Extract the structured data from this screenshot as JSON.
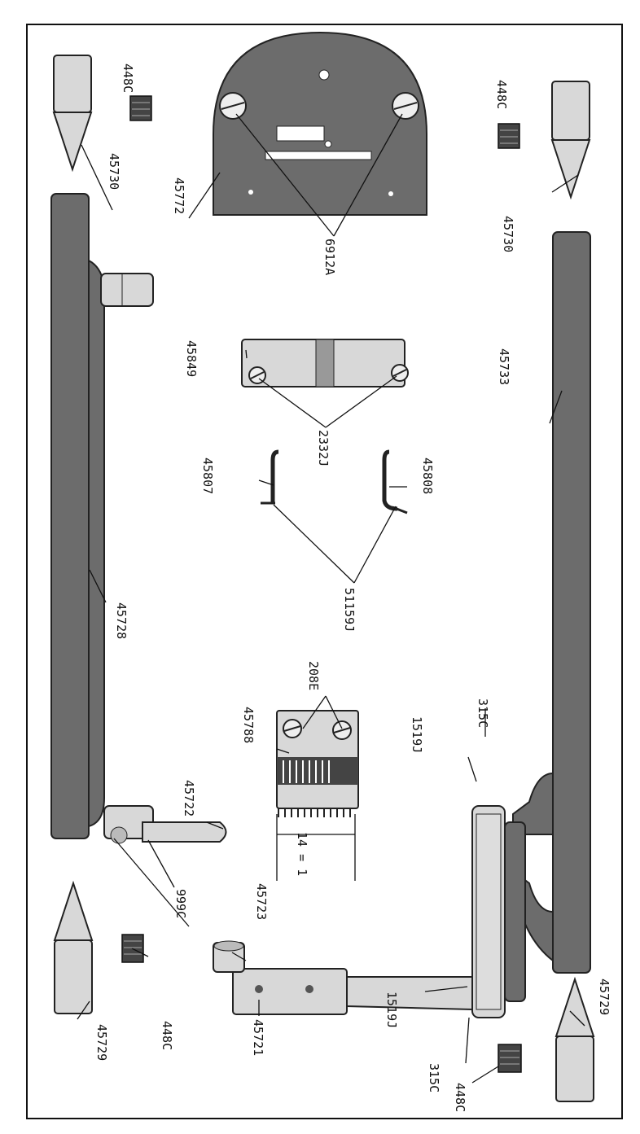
{
  "labels": {
    "p448c_top_left": "448C",
    "p45730_left": "45730",
    "p45772": "45772",
    "p448c_top_right": "448C",
    "p45730_right": "45730",
    "p6912a": "6912A",
    "p45849": "45849",
    "p2332j": "2332J",
    "p45733": "45733",
    "p45807": "45807",
    "p45808": "45808",
    "p51159j": "51159J",
    "p45728": "45728",
    "p208e": "208E",
    "p45788": "45788",
    "p315c_top": "315C",
    "p1519j_top": "1519J",
    "p45722": "45722",
    "p14eq1": "14 = 1",
    "p45723": "45723",
    "p999c": "999C",
    "p45721": "45721",
    "p1519j_bottom": "1519J",
    "p45729_right": "45729",
    "p315c_bottom": "315C",
    "p448c_bottom_left": "448C",
    "p45729_left": "45729",
    "p448c_bottom_right": "448C"
  }
}
